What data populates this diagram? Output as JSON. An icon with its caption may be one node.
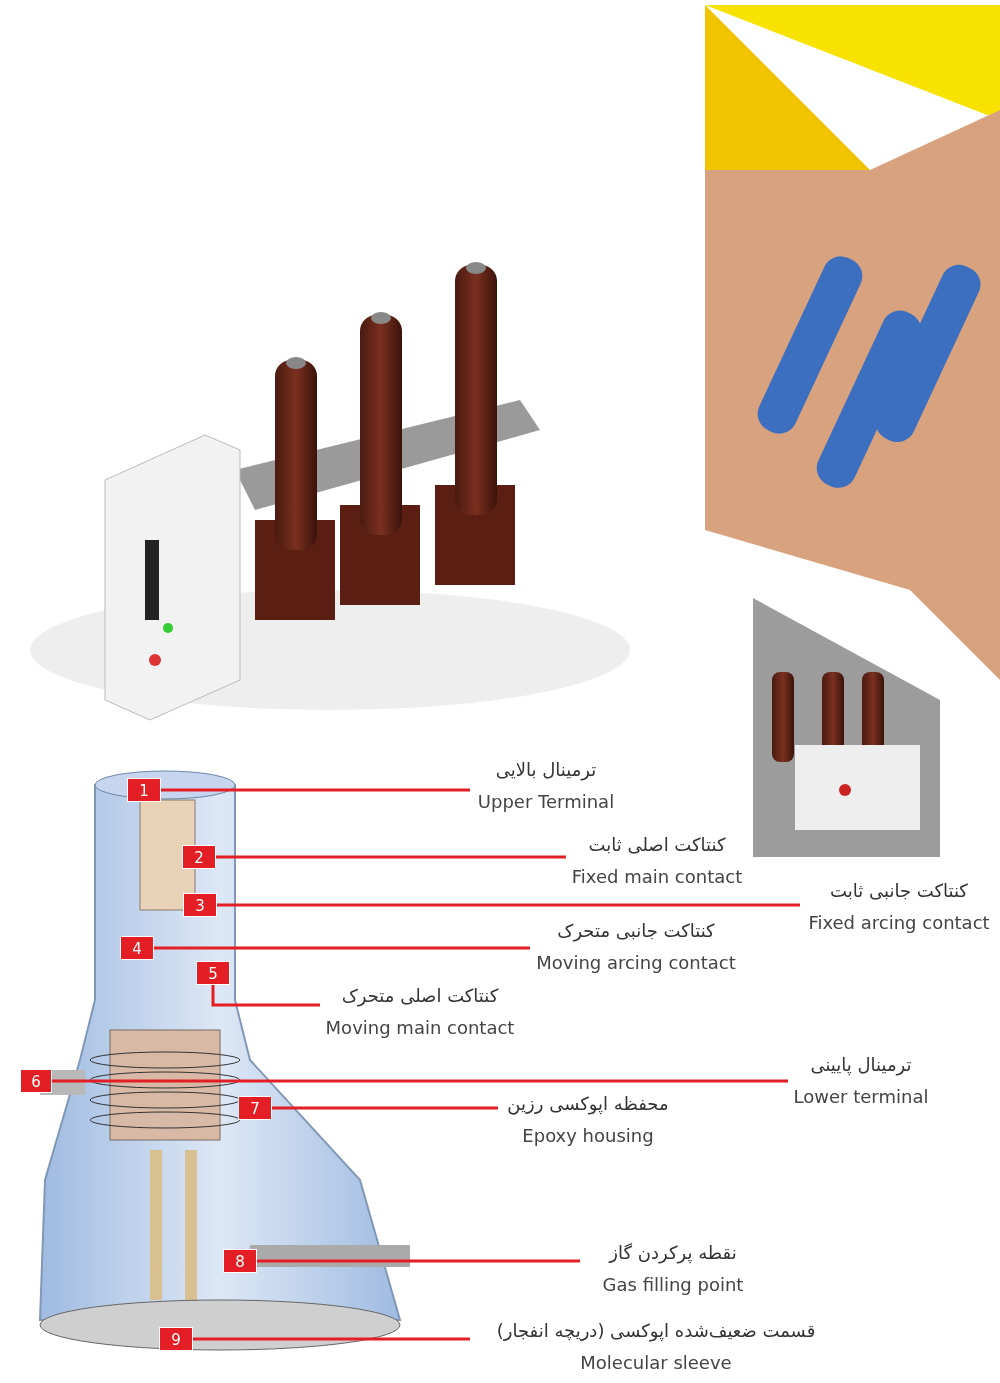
{
  "diagram": {
    "nodes": [
      {
        "text": [
          "1"
        ]
      },
      {
        "text": [
          "ترمینال بالایی",
          "Upper Terminal"
        ]
      },
      {
        "text": [
          "2"
        ]
      },
      {
        "text": [
          "کنتاکت اصلی ثابت",
          "Fixed main contact"
        ]
      },
      {
        "text": [
          "3"
        ]
      },
      {
        "text": [
          "کنتاکت جانبی ثابت",
          "Fixed arcing contact"
        ]
      },
      {
        "text": [
          "4"
        ]
      },
      {
        "text": [
          "کنتاکت جانبی متحرک",
          "Moving arcing contact"
        ]
      },
      {
        "text": [
          "5"
        ]
      },
      {
        "text": [
          "کنتاکت اصلی متحرک",
          "Moving main contact"
        ]
      },
      {
        "text": [
          "6"
        ]
      },
      {
        "text": [
          "ترمینال پایینی",
          "Lower terminal"
        ]
      },
      {
        "text": [
          "7"
        ]
      },
      {
        "text": [
          "محفظه اپوکسی رزین",
          "Epoxy housing"
        ]
      },
      {
        "text": [
          "8"
        ]
      },
      {
        "text": [
          "نقطه پرکردن گاز",
          "Gas filling point"
        ]
      },
      {
        "text": [
          "9"
        ]
      },
      {
        "text": [
          "قسمت ضعیف‌شده اپوکسی (دریچه انفجار)",
          "Molecular sleeve"
        ]
      }
    ],
    "edges": [
      {
        "from": 0,
        "to": 1,
        "arrow": "none"
      },
      {
        "from": 2,
        "to": 3,
        "arrow": "none"
      },
      {
        "from": 4,
        "to": 5,
        "arrow": "none"
      },
      {
        "from": 6,
        "to": 7,
        "arrow": "none"
      },
      {
        "from": 8,
        "to": 9,
        "arrow": "none"
      },
      {
        "from": 10,
        "to": 11,
        "arrow": "none"
      },
      {
        "from": 12,
        "to": 13,
        "arrow": "none"
      },
      {
        "from": 14,
        "to": 15,
        "arrow": "none"
      },
      {
        "from": 16,
        "to": 17,
        "arrow": "none"
      }
    ]
  }
}
